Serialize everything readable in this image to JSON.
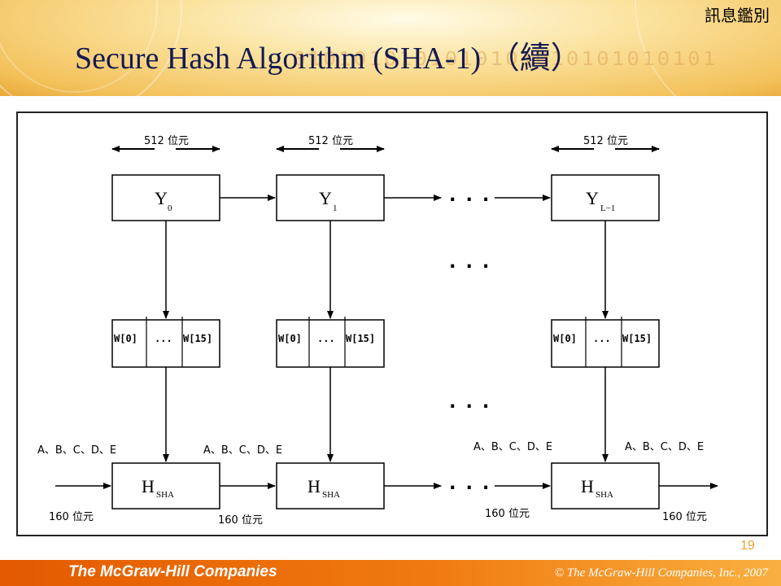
{
  "header": {
    "course_label": "訊息鑑別",
    "title_main": "Secure Hash Algorithm (SHA-1)",
    "title_cont": "（續）",
    "binary_decoration": "0101010101010101010101010101"
  },
  "diagram": {
    "block_width_labels": [
      "512 位元",
      "512 位元",
      "512 位元"
    ],
    "message_blocks": [
      {
        "name": "Y",
        "sub": "0"
      },
      {
        "name": "Y",
        "sub": "1"
      },
      {
        "name": "Y",
        "sub": "L−1"
      }
    ],
    "word_cells": [
      "W[0]",
      "...",
      "W[15]"
    ],
    "hash_blocks": [
      {
        "name": "H",
        "sub": "SHA"
      },
      {
        "name": "H",
        "sub": "SHA"
      },
      {
        "name": "H",
        "sub": "SHA"
      }
    ],
    "register_labels": [
      "A、B、C、D、E",
      "A、B、C、D、E",
      "A、B、C、D、E",
      "A、B、C、D、E"
    ],
    "chain_labels": [
      "160 位元",
      "160 位元",
      "160 位元",
      "160 位元"
    ],
    "ellipsis": "..."
  },
  "page_number": "19",
  "footer": {
    "company": "The McGraw-Hill Companies",
    "copyright": "© The McGraw-Hill Companies, Inc., 2007"
  },
  "colors": {
    "title": "#141a52",
    "footer_bar": "#f07a10",
    "page_number": "#f0a030"
  }
}
